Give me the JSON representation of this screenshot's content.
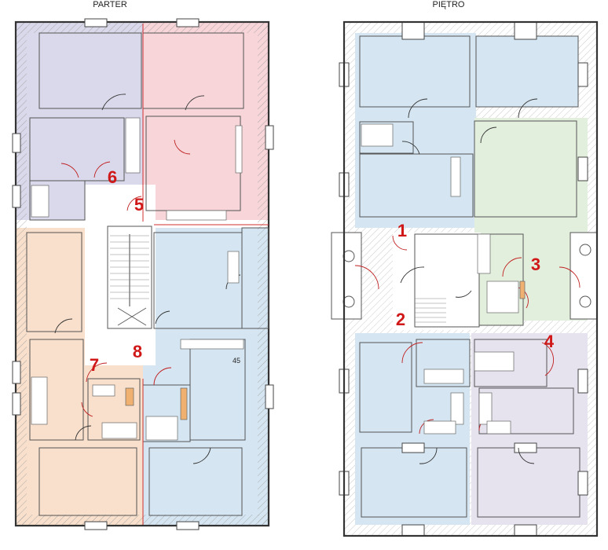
{
  "floors": {
    "ground": {
      "title": "PARTER"
    },
    "upper": {
      "title": "PIĘTRO"
    }
  },
  "apartment_labels": [
    "1",
    "2",
    "3",
    "4",
    "5",
    "6",
    "7",
    "8"
  ],
  "labels": {
    "dimension_45": "45"
  },
  "colors": {
    "apt_lavender": "#d9d9eb",
    "apt_pink": "#f7d5d9",
    "apt_peach": "#f8e0cc",
    "apt_blue": "#d5e6f2",
    "apt_green": "#e3efdd",
    "apt_mauve": "#e6e3ef",
    "number_red": "#d01818",
    "wall": "#333333",
    "door": "#c02020"
  }
}
